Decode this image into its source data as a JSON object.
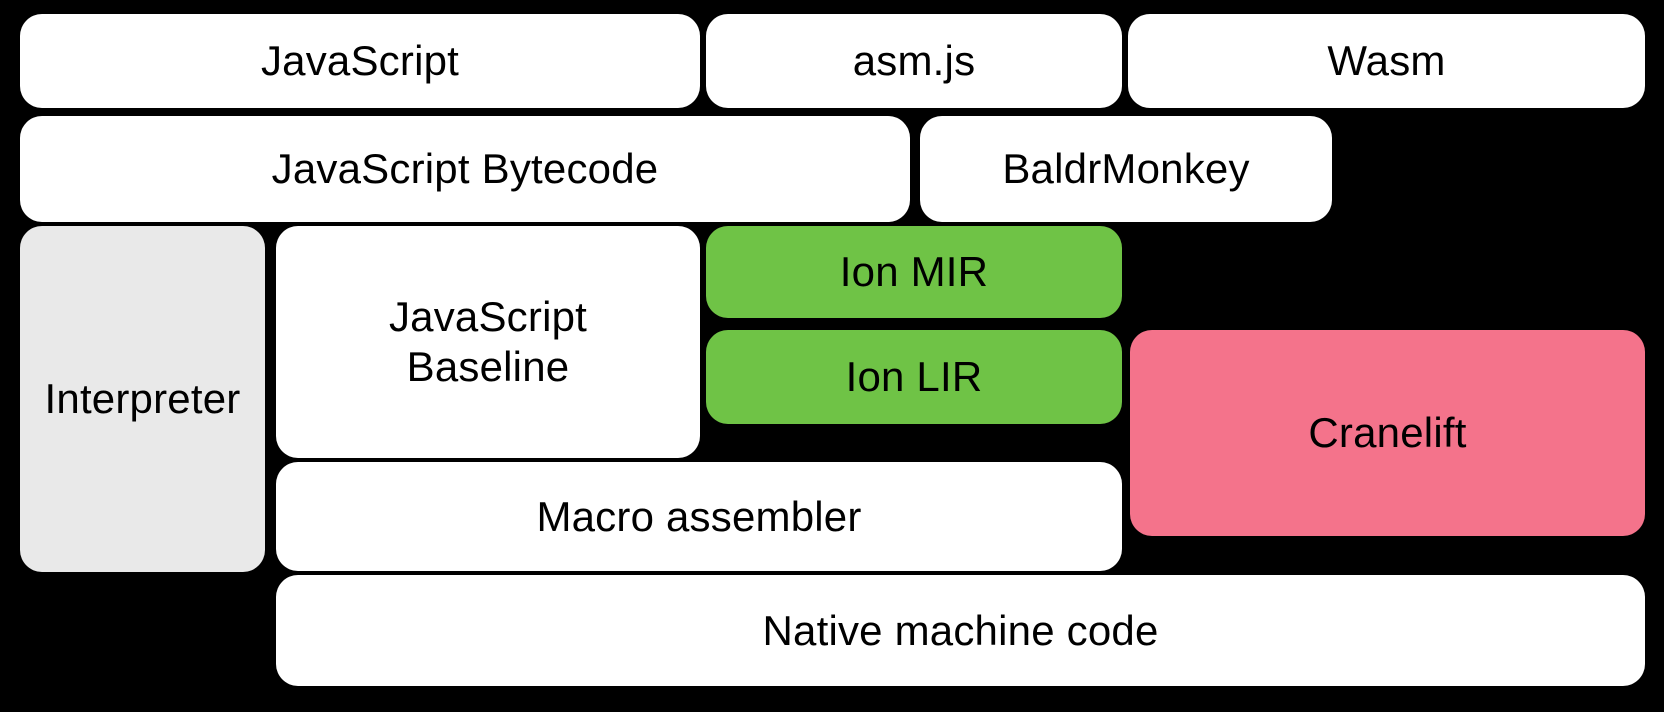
{
  "diagram": {
    "title": "SpiderMonkey compilation pipeline",
    "background_color": "#000000",
    "palette": {
      "white": "#ffffff",
      "gray": "#e9e9e9",
      "green": "#6fc346",
      "pink": "#f4738b",
      "text": "#000000"
    },
    "rows": [
      {
        "name": "source-languages",
        "nodes": [
          {
            "id": "javascript",
            "label": "JavaScript",
            "fill": "white"
          },
          {
            "id": "asmjs",
            "label": "asm.js",
            "fill": "white"
          },
          {
            "id": "wasm",
            "label": "Wasm",
            "fill": "white"
          }
        ]
      },
      {
        "name": "front-end-irs",
        "nodes": [
          {
            "id": "js-bytecode",
            "label": "JavaScript Bytecode",
            "fill": "white"
          },
          {
            "id": "baldrmonkey",
            "label": "BaldrMonkey",
            "fill": "white"
          }
        ]
      },
      {
        "name": "execution-tiers",
        "nodes": [
          {
            "id": "interpreter",
            "label": "Interpreter",
            "fill": "gray"
          },
          {
            "id": "js-baseline",
            "label": "JavaScript\nBaseline",
            "fill": "white"
          },
          {
            "id": "ion-mir",
            "label": "Ion MIR",
            "fill": "green"
          },
          {
            "id": "ion-lir",
            "label": "Ion LIR",
            "fill": "green"
          },
          {
            "id": "cranelift",
            "label": "Cranelift",
            "fill": "pink"
          }
        ]
      },
      {
        "name": "code-emission",
        "nodes": [
          {
            "id": "macro-asm",
            "label": "Macro assembler",
            "fill": "white"
          }
        ]
      },
      {
        "name": "output",
        "nodes": [
          {
            "id": "native-code",
            "label": "Native machine code",
            "fill": "white"
          }
        ]
      }
    ]
  },
  "nodes": {
    "javascript": "JavaScript",
    "asmjs": "asm.js",
    "wasm": "Wasm",
    "js_bytecode": "JavaScript Bytecode",
    "baldrmonkey": "BaldrMonkey",
    "interpreter": "Interpreter",
    "js_baseline": "JavaScript\nBaseline",
    "ion_mir": "Ion MIR",
    "ion_lir": "Ion LIR",
    "cranelift": "Cranelift",
    "macro_asm": "Macro assembler",
    "native_code": "Native machine code"
  }
}
